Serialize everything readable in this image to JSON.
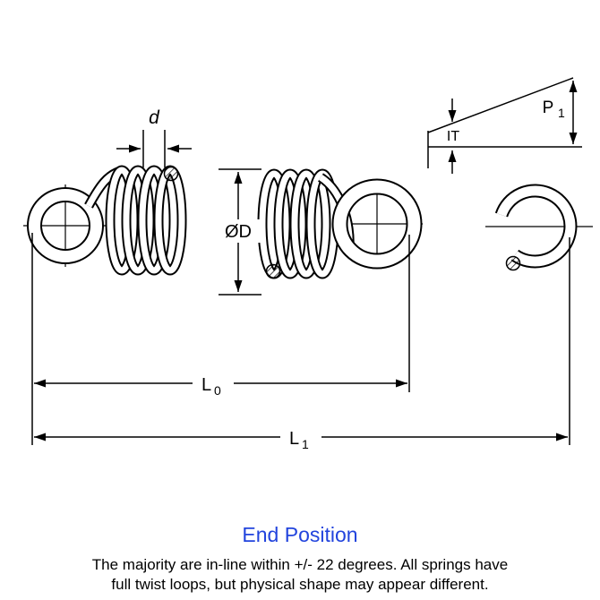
{
  "colors": {
    "accent_blue": "#2244dd",
    "ink": "#000000",
    "background": "#ffffff"
  },
  "dimensions": {
    "wire_diameter_label": "d",
    "initial_tension_label": "IT",
    "load": {
      "main": "P",
      "sub": "1"
    },
    "outer_diameter_label": "ØD",
    "free_length": {
      "main": "L",
      "sub": "0"
    },
    "overall_length": {
      "main": "L",
      "sub": "1"
    }
  },
  "heading": "End Position",
  "caption": {
    "line1": "The majority are in-line within +/- 22 degrees. All springs have",
    "line2": "full twist loops, but physical shape may appear different."
  }
}
